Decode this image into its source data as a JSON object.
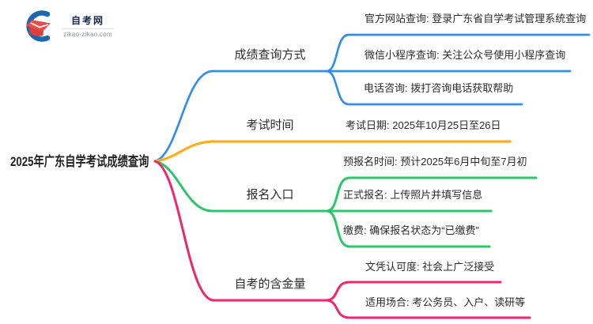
{
  "logo": {
    "site_name": "自考网",
    "site_url": "zikao-zikao.com",
    "icon": "graduation-cap-icon",
    "icon_colors": {
      "crescent_blue": "#1a68b0",
      "cap_red": "#e84d47",
      "cap_red_dark": "#dd3f3c"
    }
  },
  "root": {
    "title": "2025年广东自学考试成绩查询"
  },
  "branches": [
    {
      "label": "成绩查询方式",
      "color": "#338cf0",
      "children": [
        "官方网站查询: 登录广东省自学考试管理系统查询",
        "微信小程序查询: 关注公众号使用小程序查询",
        "电话咨询: 拨打咨询电话获取帮助"
      ]
    },
    {
      "label": "考试时间",
      "color": "#ffad1f",
      "children": [
        "考试日期: 2025年10月25日至26日"
      ]
    },
    {
      "label": "报名入口",
      "color": "#29c768",
      "children": [
        "预报名时间: 预计2025年6月中旬至7月初",
        "正式报名: 上传照片并填写信息",
        "缴费: 确保报名状态为“已缴费”"
      ]
    },
    {
      "label": "自考的含金量",
      "color": "#f1256d",
      "children": [
        "文凭认可度: 社会上广泛接受",
        "适用场合: 考公务员、入户、读研等"
      ]
    }
  ]
}
